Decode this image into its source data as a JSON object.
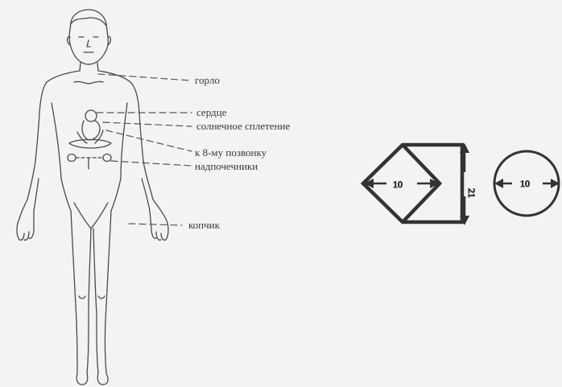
{
  "labels": {
    "throat": "горло",
    "heart": "сердце",
    "solar_plexus": "солнечное сплетение",
    "vertebra": "к 8-му позвонку",
    "adrenals": "надпочечники",
    "coccyx": "копчик"
  },
  "dimensions": {
    "hexagon_width": "10",
    "hexagon_height": "21",
    "circle_diameter": "10"
  }
}
